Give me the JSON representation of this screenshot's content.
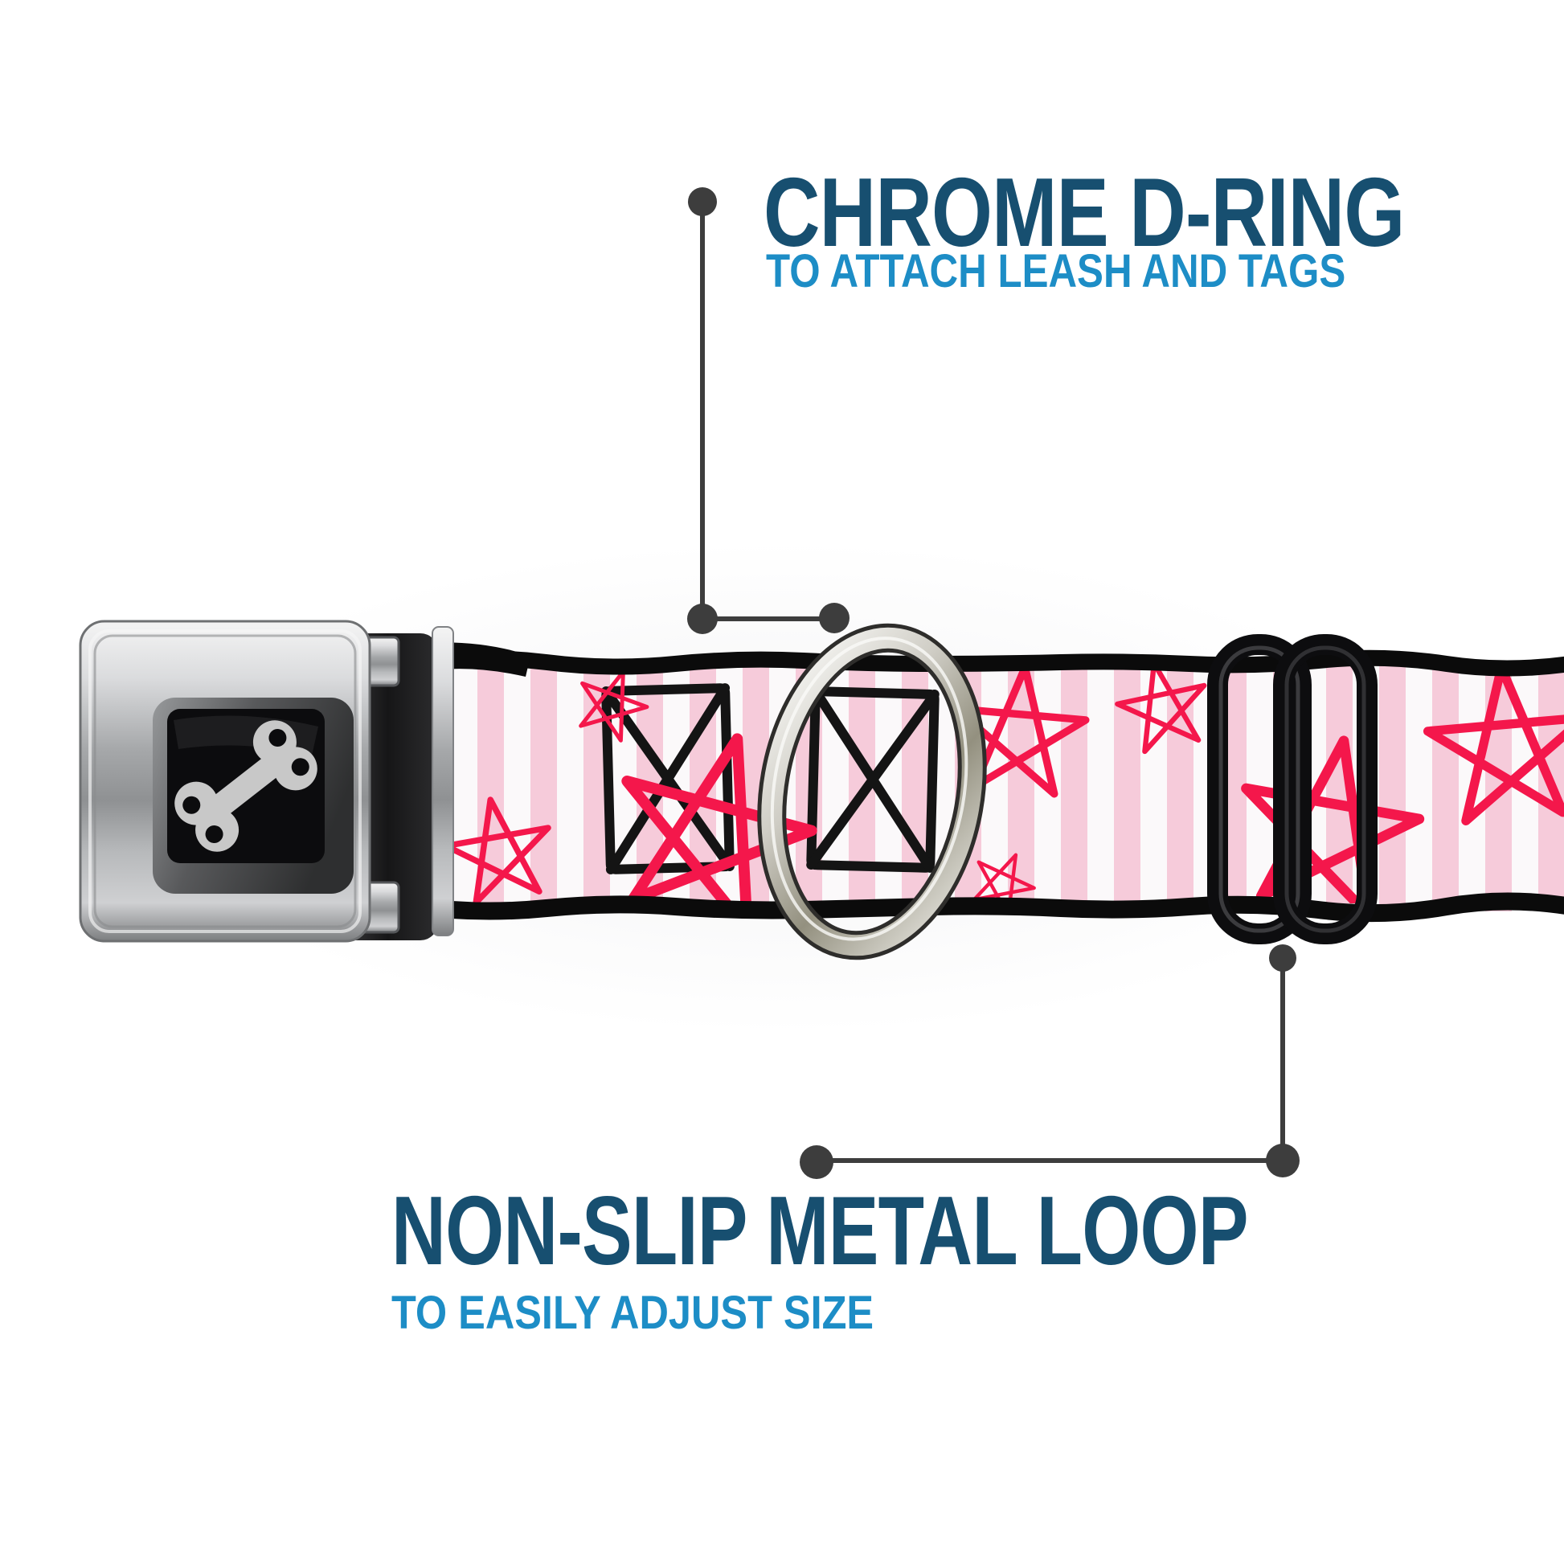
{
  "callouts": {
    "top": {
      "title": "CHROME D-RING",
      "subtitle": "TO ATTACH LEASH AND TAGS",
      "points_to": "chrome-d-ring"
    },
    "bottom": {
      "title": "NON-SLIP METAL LOOP",
      "subtitle": "TO EASILY ADJUST SIZE",
      "points_to": "metal-loop-slider"
    }
  },
  "product": {
    "buckle_logo_icon": "bone-icon",
    "strap_pattern": "pink-white-vertical-stripes-with-red-sketch-stars-and-black-x-boxes"
  },
  "colors": {
    "headline_blue": "#174f70",
    "subtitle_blue": "#1d8dc6",
    "callout_gray": "#3d3d3d",
    "strap_pink": "#f6cbda",
    "strap_white": "#fbf9fa",
    "star_red": "#f4174b",
    "sketch_black": "#141414",
    "slider_black": "#0d0d0f",
    "buckle_chrome": "#b5b7b9"
  }
}
